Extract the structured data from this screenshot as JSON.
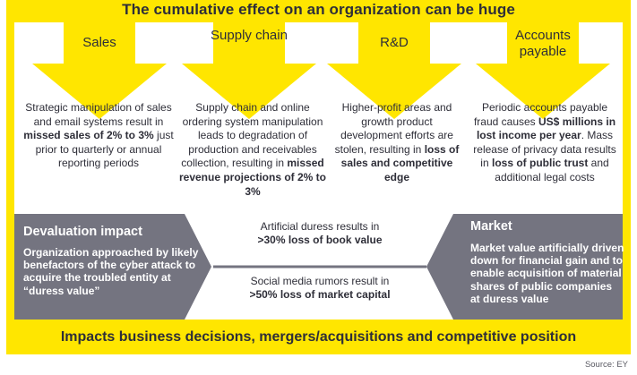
{
  "title": "The cumulative effect on an organization can be huge",
  "columns": [
    {
      "heading": "Sales",
      "text_parts": [
        {
          "t": "Strategic manipulation of sales and email systems result in ",
          "b": false
        },
        {
          "t": "missed sales of 2% to 3%",
          "b": true
        },
        {
          "t": " just prior to quarterly or annual reporting periods",
          "b": false
        }
      ]
    },
    {
      "heading": "Supply chain",
      "text_parts": [
        {
          "t": "Supply chain and online ordering system manipulation leads to degradation of production and receivables collection, resulting in ",
          "b": false
        },
        {
          "t": "missed revenue projections of 2% to 3%",
          "b": true
        }
      ]
    },
    {
      "heading": "R&D",
      "text_parts": [
        {
          "t": "Higher-profit areas and growth product development efforts are stolen, resulting in ",
          "b": false
        },
        {
          "t": "loss of sales and competitive edge",
          "b": true
        }
      ]
    },
    {
      "heading": "Accounts payable",
      "text_parts": [
        {
          "t": "Periodic accounts payable fraud causes ",
          "b": false
        },
        {
          "t": "US$ millions in lost income per year",
          "b": true
        },
        {
          "t": ". Mass release of privacy data results in ",
          "b": false
        },
        {
          "t": "loss of public trust",
          "b": true
        },
        {
          "t": " and additional legal costs",
          "b": false
        }
      ]
    }
  ],
  "devaluation": {
    "title": "Devaluation impact",
    "text": "Organization approached by likely benefactors of the cyber attack to acquire the troubled entity at “duress value”"
  },
  "market": {
    "title": "Market",
    "text": "Market value artificially driven down for financial gain and to enable acquisition of material shares of public companies at duress value"
  },
  "middle": {
    "top_plain": "Artificial duress results in",
    "top_bold": ">30% loss of book value",
    "bottom_plain": "Social media rumors result in",
    "bottom_bold": ">50% loss of market capital"
  },
  "footer": "Impacts business decisions, mergers/acquisitions and competitive position",
  "source": "Source: EY",
  "colors": {
    "yellow": "#ffe600",
    "gray": "#747480",
    "dark_text": "#2e2e38"
  }
}
